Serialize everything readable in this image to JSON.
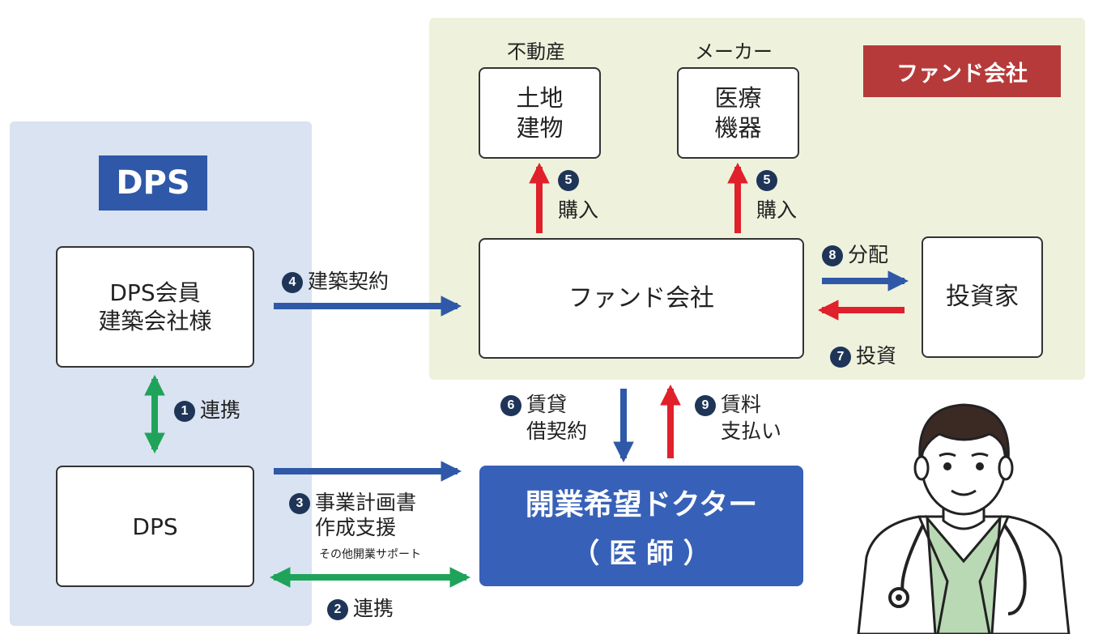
{
  "panels": {
    "dps_tag": "DPS",
    "fund_tag": "ファンド会社"
  },
  "boxes": {
    "member": "DPS会員\n建築会社様",
    "dps": "DPS",
    "fund": "ファンド会社",
    "investor": "投資家",
    "land": "土地\n建物",
    "medical": "医療\n機器",
    "doctor_line1": "開業希望ドクター",
    "doctor_line2": "（ 医 師 ）"
  },
  "category_labels": {
    "realestate": "不動産",
    "maker": "メーカー"
  },
  "flows": [
    {
      "num": "1",
      "label": "連携"
    },
    {
      "num": "2",
      "label": "連携"
    },
    {
      "num": "3",
      "label": "事業計画書\n作成支援",
      "note": "その他開業サポート"
    },
    {
      "num": "4",
      "label": "建築契約"
    },
    {
      "num": "5",
      "label": "購入"
    },
    {
      "num": "5",
      "label": "購入"
    },
    {
      "num": "6",
      "label": "賃貸\n借契約"
    },
    {
      "num": "7",
      "label": "投資"
    },
    {
      "num": "8",
      "label": "分配"
    },
    {
      "num": "9",
      "label": "賃料\n支払い"
    }
  ],
  "colors": {
    "blue_arrow": "#2f59a8",
    "red_arrow": "#e0202a",
    "green_arrow": "#1fa35a",
    "dps_panel": "#d9e3f1",
    "fund_panel": "#eef2dc",
    "doctor_box": "#3761b8"
  },
  "icons": [
    "doctor-illustration"
  ]
}
